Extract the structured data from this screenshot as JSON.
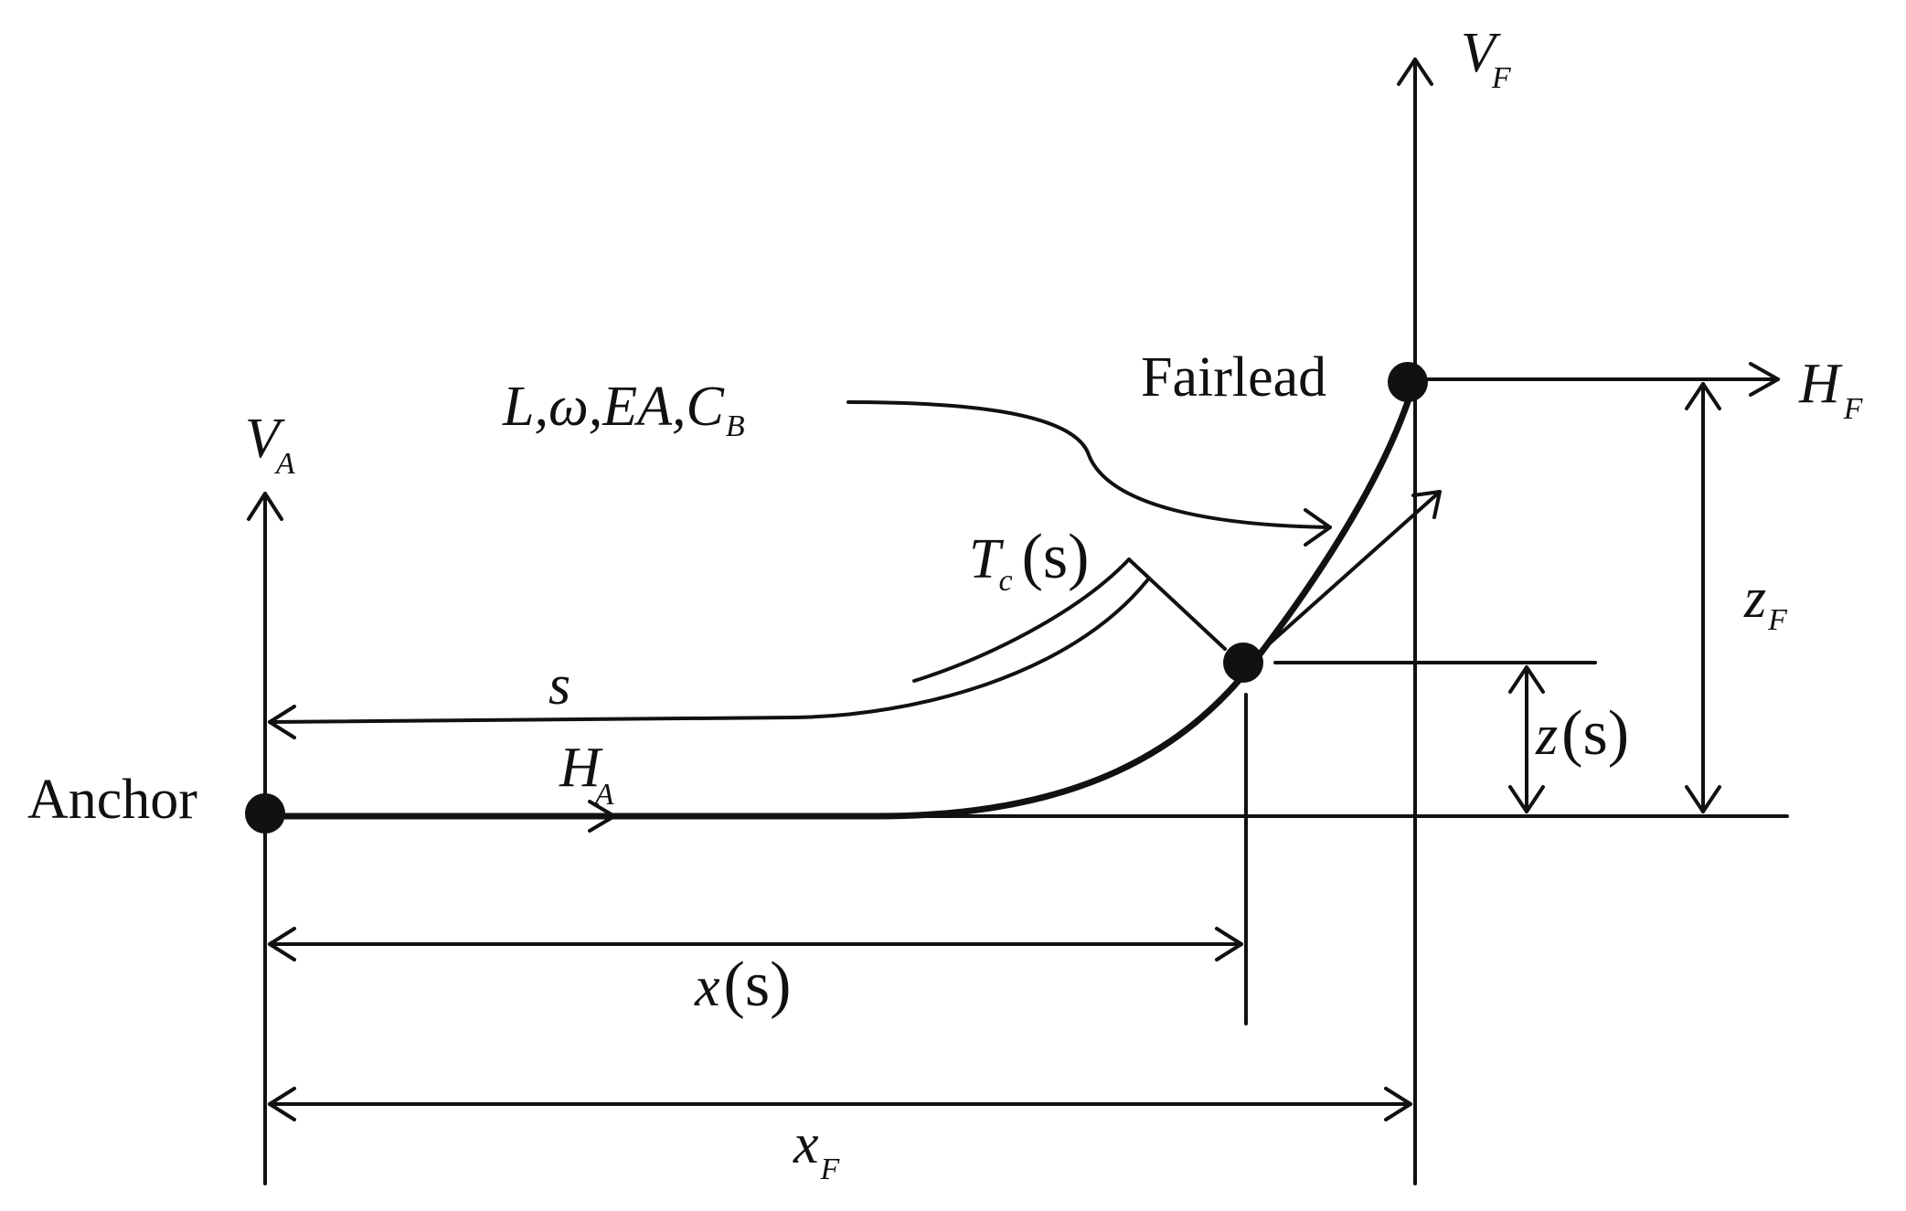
{
  "labels": {
    "v_f": "V",
    "v_f_sub": "F",
    "v_a": "V",
    "v_a_sub": "A",
    "h_f": "H",
    "h_f_sub": "F",
    "h_a": "H",
    "h_a_sub": "A",
    "fairlead": "Fairlead",
    "anchor": "Anchor",
    "params": "L,ω,EA,C",
    "params_sub": "B",
    "tension": "T",
    "tension_sub": "c",
    "tension_arg": "(s)",
    "arc_length": "s",
    "z_f": "z",
    "z_f_sub": "F",
    "z_s": "z",
    "z_s_arg": "(s)",
    "x_s": "x",
    "x_s_arg": "(s)",
    "x_f": "x",
    "x_f_sub": "F"
  }
}
